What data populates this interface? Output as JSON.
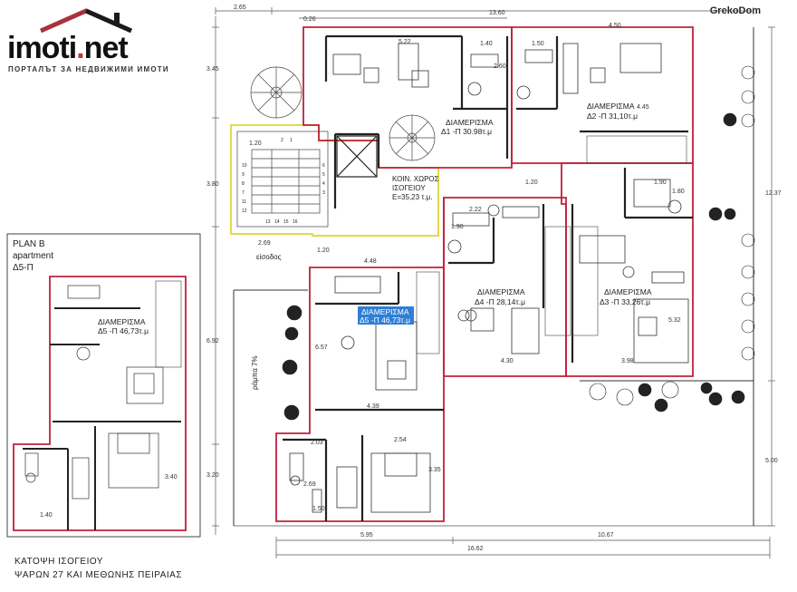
{
  "logo": {
    "brand_main": "imoti",
    "brand_dot": ".",
    "brand_suffix": "net",
    "tagline": "ПОРТАЛЪТ ЗА НЕДВИЖИМИ ИМОТИ"
  },
  "watermark": "GrekoDom",
  "plan_b": {
    "title": "PLAN B",
    "subtitle": "apartment",
    "unit": "Δ5-Π"
  },
  "apartments": {
    "d1": {
      "name": "ΔΙΑΜΕΡΙΣΜΑ",
      "area": "Δ1 -Π 30.98τ.μ"
    },
    "d2": {
      "name": "ΔΙΑΜΕΡΙΣΜΑ",
      "area": "Δ2 -Π 31,10τ.μ"
    },
    "d3": {
      "name": "ΔΙΑΜΕΡΙΣΜΑ",
      "area": "Δ3 -Π 33,26τ.μ"
    },
    "d4": {
      "name": "ΔΙΑΜΕΡΙΣΜΑ",
      "area": "Δ4 -Π 28,14τ.μ"
    },
    "d5": {
      "name": "ΔΙΑΜΕΡΙΣΜΑ",
      "area": "Δ5 -Π 46,73τ.μ"
    },
    "d5_detail": {
      "name": "ΔΙΑΜΕΡΙΣΜΑ",
      "area": "Δ5 -Π 46,73τ.μ"
    }
  },
  "common_area": {
    "line1": "ΚΟΙΝ. ΧΩΡΟΣ",
    "line2": "ΙΣΟΓΕΙΟΥ",
    "line3": "Ε=35,23 τ.μ."
  },
  "entrance": "είσοδος",
  "ramp": "ράμπα 7%",
  "dimensions": {
    "top_265": "2.65",
    "top_1360": "13.60",
    "top_026": "0.26",
    "top_450": "4.50",
    "left_345": "3.45",
    "left_380": "3.80",
    "left_692": "6.92",
    "left_320": "3.20",
    "right_1237": "12.37",
    "right_500": "5.00",
    "bot_595": "5.95",
    "bot_1067": "10.67",
    "bot_1662": "16.62",
    "d_522": "5.22",
    "d_140a": "1.40",
    "d_150a": "1.50",
    "d_260": "2.60",
    "d_445": "4.45",
    "d_120a": "1.20",
    "d_120b": "1.20",
    "d_190a": "1.90",
    "d_180": "1.80",
    "d_222": "2.22",
    "d_190b": "1.90",
    "d_532": "5.32",
    "d_430": "4.30",
    "d_398": "3.98",
    "d_269a": "2.69",
    "d_120c": "1.20",
    "d_448": "4.48",
    "d_657": "6.57",
    "d_439": "4.39",
    "d_203": "2.03",
    "d_254": "2.54",
    "d_269b": "2.69",
    "d_335": "3.35",
    "d_150b": "1.50",
    "d_340": "3.40",
    "d_140b": "1.40"
  },
  "stair_numbers": [
    "10",
    "9",
    "8",
    "7",
    "6",
    "5",
    "4",
    "3",
    "2",
    "1",
    "11",
    "12",
    "13",
    "14",
    "15",
    "16"
  ],
  "footer": {
    "line1": "ΚΑΤΟΨΗ ΙΣΟΓΕΙΟΥ",
    "line2": "ΨΑΡΩΝ 27 ΚΑΙ ΜΕΘΩΝΗΣ ΠΕΙΡΑΙΑΣ"
  },
  "colors": {
    "wall": "#222222",
    "unit_outline": "#c0213a",
    "common_outline": "#e6d84a",
    "highlight": "#2f7fd6",
    "logo_accent": "#a8323c"
  }
}
